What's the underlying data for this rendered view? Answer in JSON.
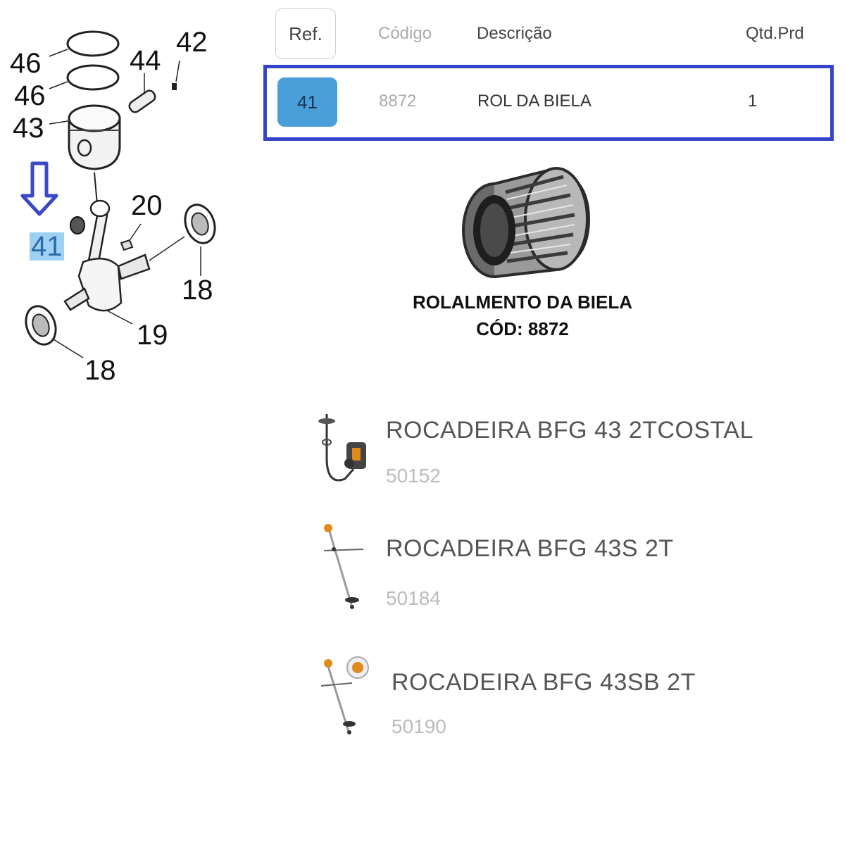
{
  "diagram": {
    "labels": {
      "l46a": "46",
      "l46b": "46",
      "l43": "43",
      "l44": "44",
      "l42": "42",
      "l20": "20",
      "l41": "41",
      "l18a": "18",
      "l18b": "18",
      "l19": "19"
    },
    "arrow_color": "#3a49c4",
    "highlight_color": "#9ed0f4"
  },
  "table": {
    "headers": {
      "ref": "Ref.",
      "codigo": "Código",
      "descricao": "Descrição",
      "qtd": "Qtd.Prd"
    },
    "row": {
      "ref": "41",
      "codigo": "8872",
      "descricao": "ROL DA BIELA",
      "qtd": "1"
    },
    "highlight_border_color": "#3545c8",
    "badge_color": "#4a9fdb"
  },
  "product": {
    "caption_line1": "ROLALMENTO DA BIELA",
    "caption_line2": "CÓD: 8872",
    "icon": "needle-bearing-image"
  },
  "machines": [
    {
      "name": "ROCADEIRA BFG 43 2TCOSTAL",
      "code": "50152",
      "icon": "backpack-brushcutter-icon"
    },
    {
      "name": "ROCADEIRA BFG 43S 2T",
      "code": "50184",
      "icon": "brushcutter-icon"
    },
    {
      "name": "ROCADEIRA BFG 43SB 2T",
      "code": "50190",
      "icon": "brushcutter-icon"
    }
  ]
}
